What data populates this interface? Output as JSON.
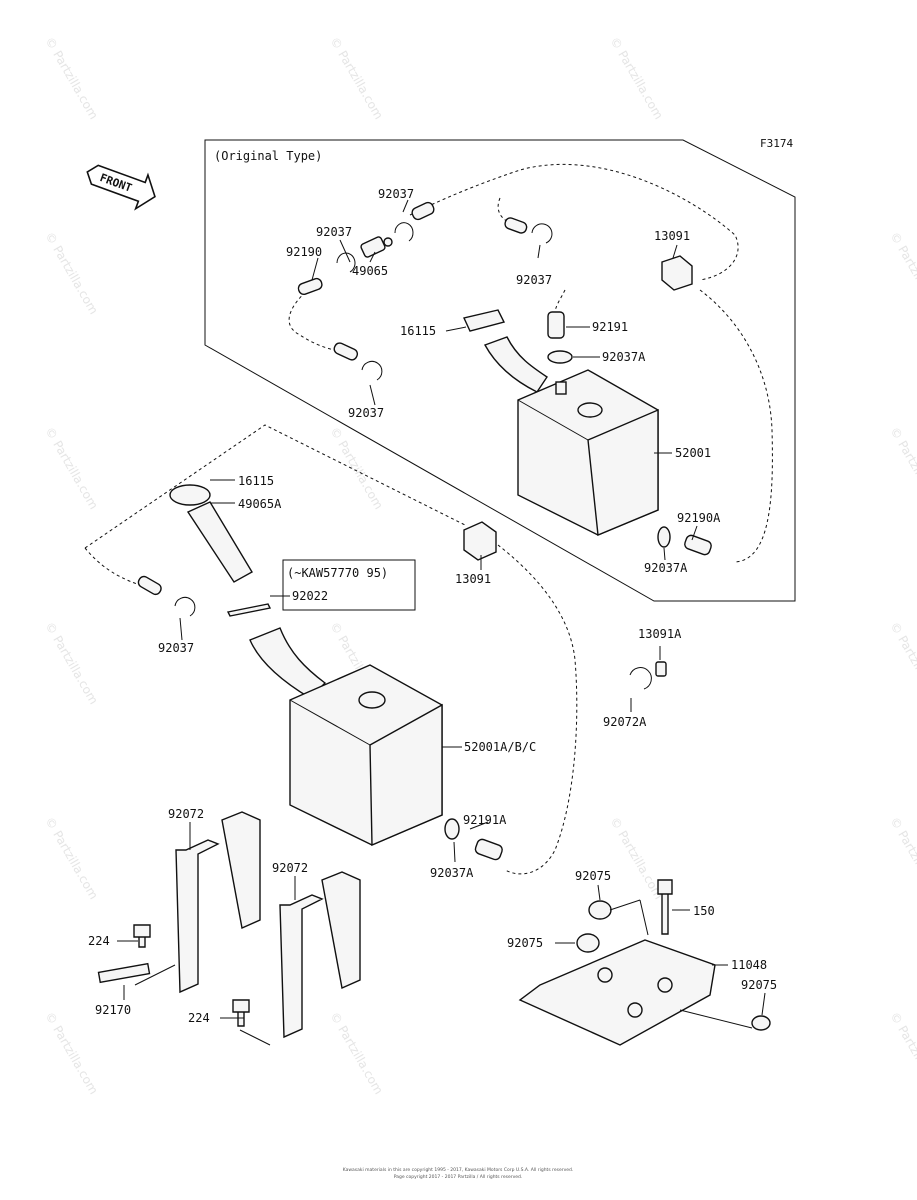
{
  "figure_code": "F3174",
  "section_title": "(Original Type)",
  "front_label": "FRONT",
  "note_box": "(~KAW57770 95)",
  "watermark": "© Partzilla.com",
  "copyright_line1": "Kawasaki materials in this are copyright 1995 - 2017, Kawasaki Motors Corp U.S.A. All rights reserved.",
  "copyright_line2": "Page copyright 2017 - 2017 Partzilla / All rights reserved.",
  "labels": {
    "p92037_a": "92037",
    "p92037_b": "92037",
    "p92190": "92190",
    "p49065": "49065",
    "p92037_c": "92037",
    "p13091_a": "13091",
    "p92037_d": "92037",
    "p16115_a": "16115",
    "p92191": "92191",
    "p92037A_a": "92037A",
    "p52001": "52001",
    "p92190A": "92190A",
    "p92037A_b": "92037A",
    "p16115_b": "16115",
    "p49065A": "49065A",
    "p92022": "92022",
    "p13091_b": "13091",
    "p92037_e": "92037",
    "p13091A": "13091A",
    "p92072A": "92072A",
    "p52001ABC": "52001A/B/C",
    "p92191A": "92191A",
    "p92037A_c": "92037A",
    "p92072_a": "92072",
    "p92072_b": "92072",
    "p224_a": "224",
    "p224_b": "224",
    "p92170": "92170",
    "p92075_a": "92075",
    "p150": "150",
    "p92075_b": "92075",
    "p11048": "11048",
    "p92075_c": "92075"
  }
}
